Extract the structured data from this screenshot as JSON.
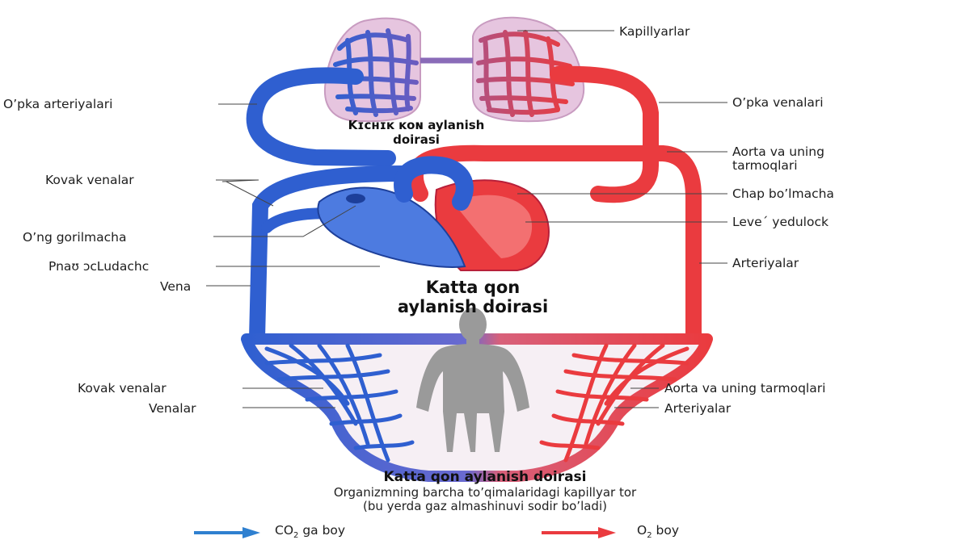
{
  "labels_left": {
    "opka_arteriyalari": "O’pka arteriyalari",
    "kovak_venalar_top": "Kovak venalar",
    "ong_gorilmacha": "O’ng gorilmacha",
    "pnav": "Pnaʊ ɔcԼudachc",
    "vena": "Vena",
    "kovak_venalar_bottom": "Kovak venalar",
    "venalar": "Venalar"
  },
  "labels_right": {
    "kapillyarlar": "Kapillyarlar",
    "opka_venalari": "O’pka venalari",
    "aorta_line1": "Aorta va uning",
    "aorta_line2": "tarmoqlari",
    "chap_bolmacha": "Chap bo’lmacha",
    "leve": "Leve´ yedulock",
    "arteriyalar_mid": "Arteriyalar",
    "aorta_bottom": "Aorta va uning tarmoqlari",
    "arteriyalar_bottom": "Arteriyalar"
  },
  "titles": {
    "small_circle_line1": "Kɪᴄʜɪᴋ ᴋᴏɴ aylanish",
    "small_circle_line2": "doirasi",
    "big_circle_line1": "Katta qon",
    "big_circle_line2": "aylanish doirasi"
  },
  "caption": {
    "title": "Katta qon aylanish doirasi",
    "line1": "Organizmning barcha to’qimalaridagi kapillyar tor",
    "line2": "(bu yerda gaz almashinuvi sodir bo’ladi)"
  },
  "legend": {
    "co2_prefix": "CO",
    "co2_sub": "2",
    "co2_suffix": " ga boy",
    "o2_prefix": "O",
    "o2_sub": "2",
    "o2_suffix": " boy"
  },
  "colors": {
    "deoxygenated": "#2f5fd0",
    "oxygenated": "#ea3b3f",
    "lung_bg": "#e6c5df",
    "body": "#9a9a9a"
  }
}
